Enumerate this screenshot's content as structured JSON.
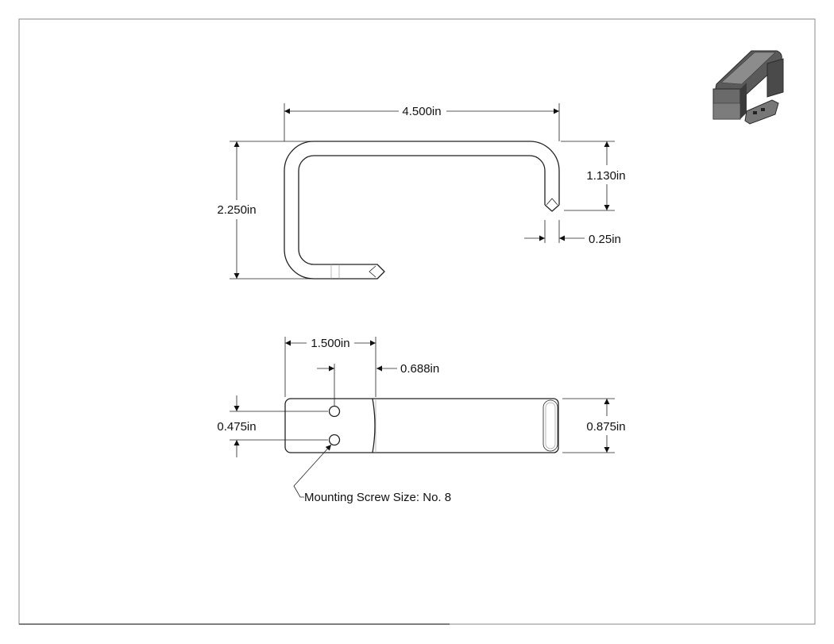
{
  "views": {
    "side": {
      "overall_width": "4.500in",
      "overall_height": "2.250in",
      "right_leg_height": "1.130in",
      "wire_thickness": "0.25in"
    },
    "top": {
      "hole_offset": "1.500in",
      "flat_offset": "0.688in",
      "hole_spacing": "0.475in",
      "bar_width": "0.875in",
      "callout": "Mounting Screw Size: No. 8"
    }
  },
  "colors": {
    "line": "#222222",
    "frame": "#8a8a8a",
    "thumbnail_body": "#4a4a4a"
  }
}
